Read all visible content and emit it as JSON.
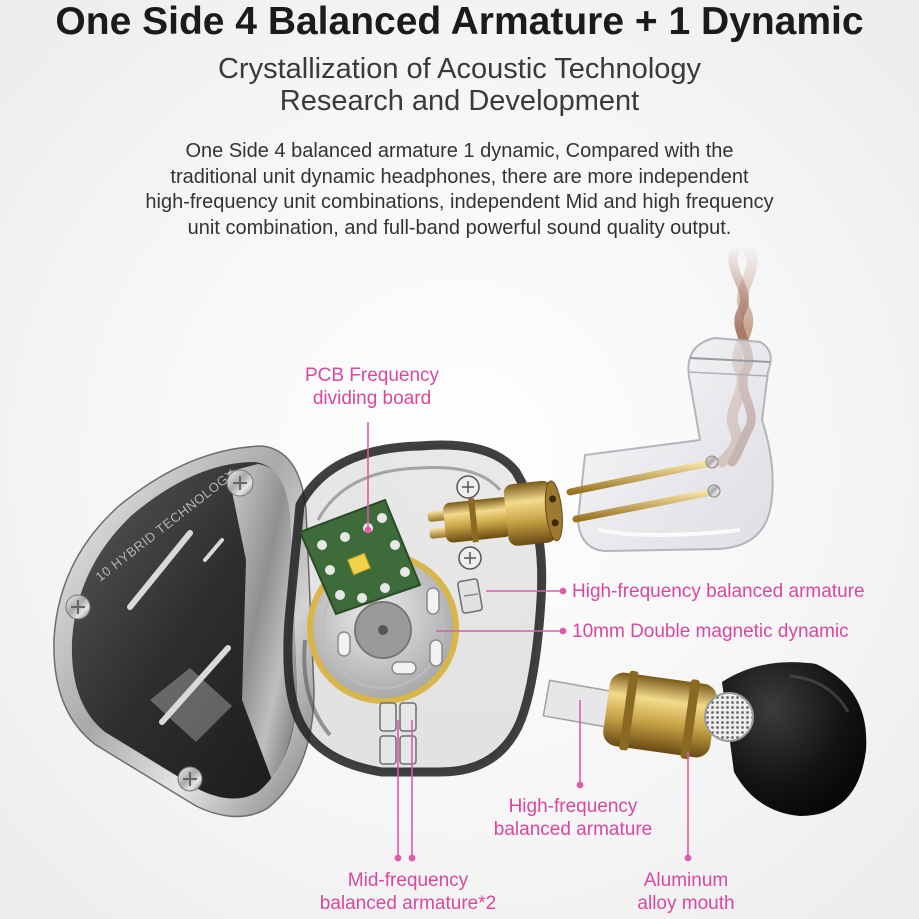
{
  "heading": {
    "title": "One Side 4 Balanced Armature + 1 Dynamic",
    "subtitle_lines": [
      "Crystallization of Acoustic Technology",
      "Research and Development"
    ]
  },
  "description": {
    "lines": [
      "One Side 4 balanced armature 1 dynamic, Compared with the",
      "traditional unit dynamic headphones, there are more independent",
      "high-frequency unit combinations, independent Mid and high frequency",
      "unit combination, and full-band powerful sound quality output."
    ]
  },
  "callouts": {
    "pcb": [
      "PCB Frequency",
      "dividing board"
    ],
    "hf_armature_top": [
      "High-frequency balanced armature"
    ],
    "dynamic_driver": [
      "10mm Double magnetic dynamic"
    ],
    "hf_armature_bottom": [
      "High-frequency",
      "balanced armature"
    ],
    "mid_armature": [
      "Mid-frequency",
      "balanced armature*2"
    ],
    "aluminum_mouth": [
      "Aluminum",
      "alloy mouth"
    ]
  },
  "product": {
    "faceplate_text": "10 HYBRID TECHNOLOGY"
  },
  "colors": {
    "callout": "#d9479f",
    "heading": "#1b1b1b",
    "body": "#333333",
    "driver_ring": "#d8b64a",
    "pcb": "#3d6b3a",
    "nozzle_gold": "#c9a548",
    "eartip": "#111111",
    "cable": "#c9a492"
  }
}
